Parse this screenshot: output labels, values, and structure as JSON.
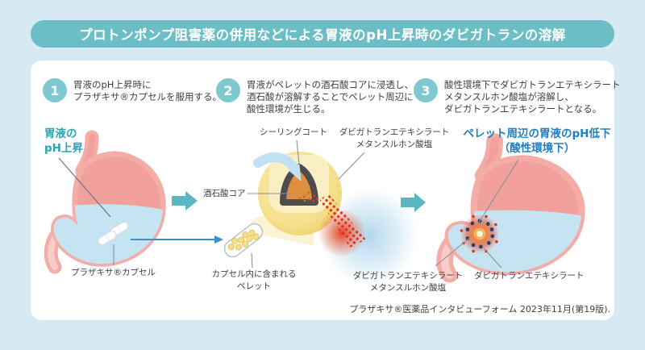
{
  "header": {
    "title": "プロトンポンプ阻害薬の併用などによる胃液のpH上昇時のダビガトランの溶解"
  },
  "steps": [
    {
      "number": "1",
      "lines": [
        "胃液のpH上昇時に",
        "プラザキサ®カプセルを服用する。"
      ]
    },
    {
      "number": "2",
      "lines": [
        "胃液がペレットの酒石酸コアに浸透し、",
        "酒石酸が溶解することでペレット周辺に",
        "酸性環境が生じる。"
      ]
    },
    {
      "number": "3",
      "lines": [
        "酸性環境下でダビガトランエテキシラート",
        "メタンスルホン酸塩が溶解し、",
        "ダビガトランエテキシラートとなる。"
      ]
    }
  ],
  "left_stomach": {
    "ph_label_line1": "胃液の",
    "ph_label_line2": "pH上昇",
    "capsule_label": "プラザキサ®カプセル"
  },
  "pellet": {
    "sealing_coat": "シーリングコート",
    "drug_salt_line1": "ダビガトランエテキシラート",
    "drug_salt_line2": "メタンスルホン酸塩",
    "core": "酒石酸コア",
    "capsule_pellets_line1": "カプセル内に含まれる",
    "capsule_pellets_line2": "ペレット"
  },
  "right_stomach": {
    "ph_label_line1": "ペレット周辺の胃液のpH低下",
    "ph_label_line2": "（酸性環境下）",
    "salt_line1": "ダビガトランエテキシラート",
    "salt_line2": "メタンスルホン酸塩",
    "drug_label": "ダビガトランエテキシラート"
  },
  "footer": {
    "citation": "プラザキサ®医薬品インタビューフォーム 2023年11月(第19版)."
  },
  "colors": {
    "background": "#D7EAF3",
    "banner_teal": "#6BBEC6",
    "step_circle_teal": "#7EC8CF",
    "arrow_teal": "#58B7C0",
    "teal_text": "#2AA6B4",
    "blue_text": "#1F7EC0",
    "stomach_pink": "#F1A09C",
    "gastric_fluid_blue": "#C6E3F2",
    "pellet_yellow": "#F2D678",
    "core_orange": "#DD8E3E",
    "seal_coat_gray": "#4D4D4D",
    "drug_red": "#E2331C",
    "salt_navy": "#2E3F6E"
  }
}
